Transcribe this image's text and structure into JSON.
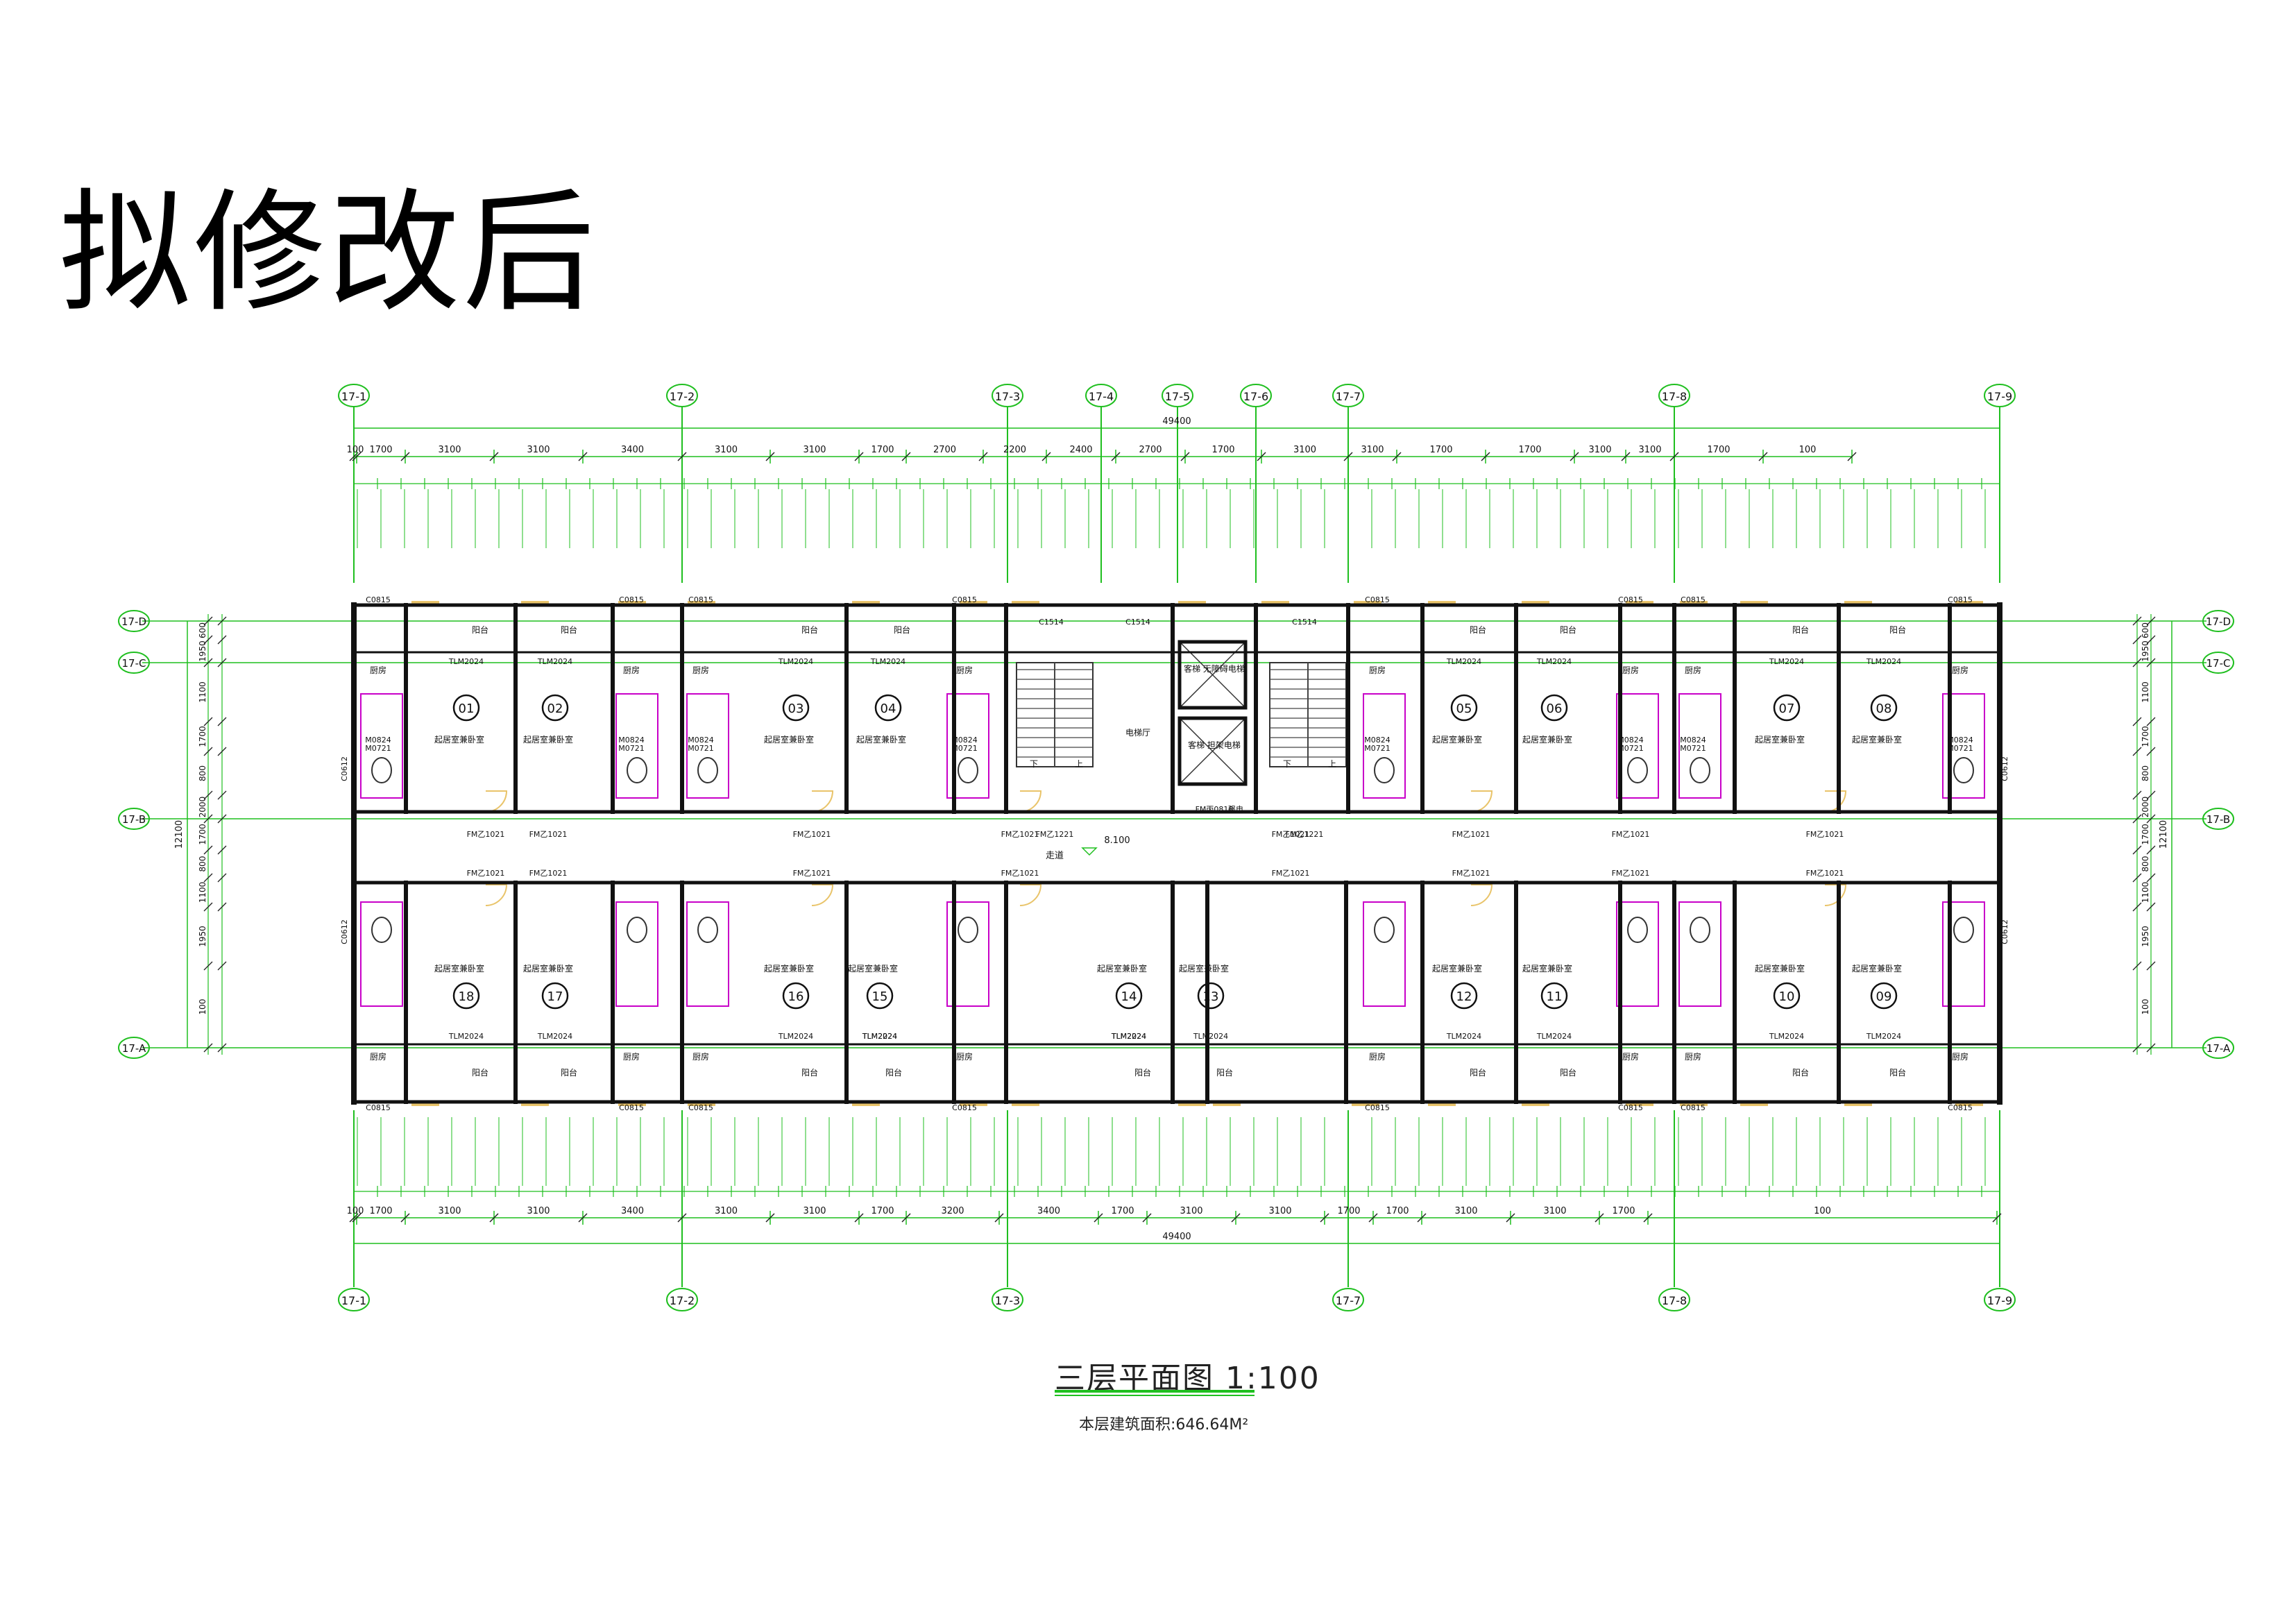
{
  "title": "拟修改后",
  "caption": "三层平面图 1:100",
  "area_note": "本层建筑面积:646.64M²",
  "colors": {
    "grid": "#1fbf1f",
    "wall": "#111111",
    "door": "#e9c46a",
    "fixture": "#c800c8",
    "window": "#2a2a2a"
  },
  "grid_labels_x": [
    "17-1",
    "17-2",
    "17-3",
    "17-4",
    "17-5",
    "17-6",
    "17-7",
    "17-8",
    "17-9"
  ],
  "grid_labels_x_bottom": [
    "17-1",
    "17-2",
    "17-3",
    "17-7",
    "17-8",
    "17-9"
  ],
  "grid_labels_y": [
    "17-D",
    "17-C",
    "17-B",
    "17-A"
  ],
  "total_dim": "49400",
  "total_dim_depth": "12100",
  "top_dims_row1": [
    "100",
    "1700",
    "3100",
    "3100",
    "3400",
    "3100",
    "3100",
    "1700",
    "2700",
    "2200",
    "2400",
    "2700",
    "1700",
    "3100",
    "3100",
    "1700",
    "1700",
    "3100",
    "3100",
    "1700",
    "100"
  ],
  "bottom_dims_row2": [
    "100",
    "1700",
    "3100",
    "3100",
    "3400",
    "3100",
    "3100",
    "1700",
    "3200",
    "3400",
    "1700",
    "3100",
    "3100",
    "1700",
    "1700",
    "3100",
    "3100",
    "1700",
    "100"
  ],
  "left_dims": [
    "600",
    "1950",
    "1100",
    "1700",
    "800",
    "2000",
    "1700",
    "800",
    "1100",
    "1950",
    "100"
  ],
  "rooms_top": [
    "01",
    "02",
    "03",
    "04",
    "05",
    "06",
    "07",
    "08"
  ],
  "rooms_bottom": [
    "18",
    "17",
    "16",
    "15",
    "14",
    "13",
    "12",
    "11",
    "10",
    "09"
  ],
  "room_labels": {
    "bedroom": "起居室兼卧室",
    "balcony": "阳台",
    "kitchen": "厨房",
    "corridor": "走道",
    "elevator_hall": "电梯厅",
    "elevator1": "客梯 无障碍电梯",
    "elevator2": "客梯 担架电梯",
    "electrical": "强电",
    "down": "下",
    "up": "上"
  },
  "elevation": "8.100",
  "codes": {
    "window_small": "C0815",
    "window_side": "C0612",
    "window_side2": "C0612",
    "stair_window": "C1514",
    "balcony_door": "TLM2024",
    "balcony_door_wide": "TLM2224",
    "fire_door": "FM乙1021",
    "fire_door_stair": "FM乙1221",
    "fire_door_elec": "FM丙0818",
    "door_m0824": "M0824",
    "door_m0721": "M0721",
    "side_c0612": "C0612"
  }
}
